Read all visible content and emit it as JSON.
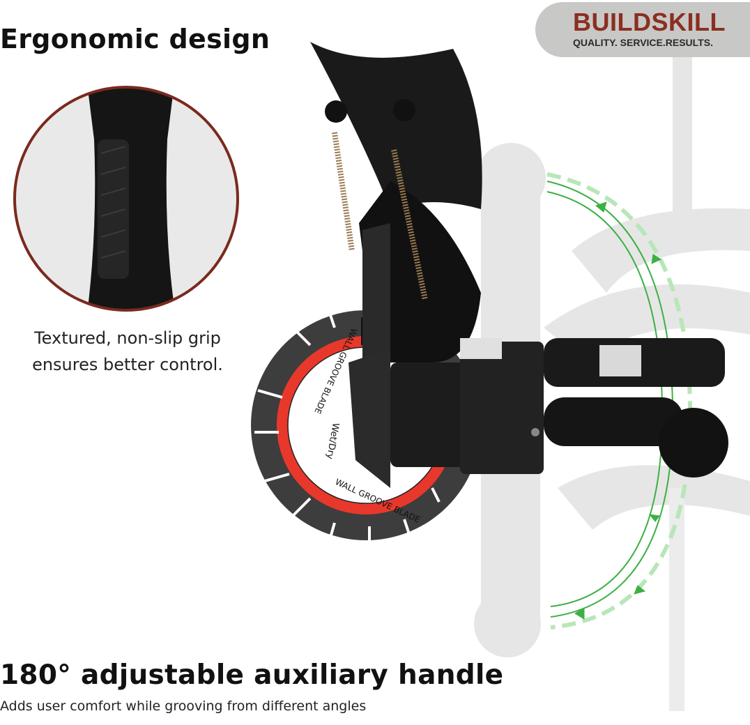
{
  "heading_top": "Ergonomic design",
  "grip_caption": [
    "Textured, non-slip grip",
    "ensures better control."
  ],
  "heading_bottom": "180° adjustable auxiliary handle",
  "subtitle_bottom": "Adds user comfort while grooving from different angles",
  "brand": {
    "name": "BUILDSKILL",
    "tagline": "QUALITY. SERVICE.RESULTS.",
    "color": "#8b2e22"
  },
  "blade": {
    "label": "WALL GROOVE BLADE",
    "label_top": "WALL",
    "mode": "Wet/Dry",
    "ring_color": "#e8382b"
  },
  "arrow_color": "#3cb043"
}
